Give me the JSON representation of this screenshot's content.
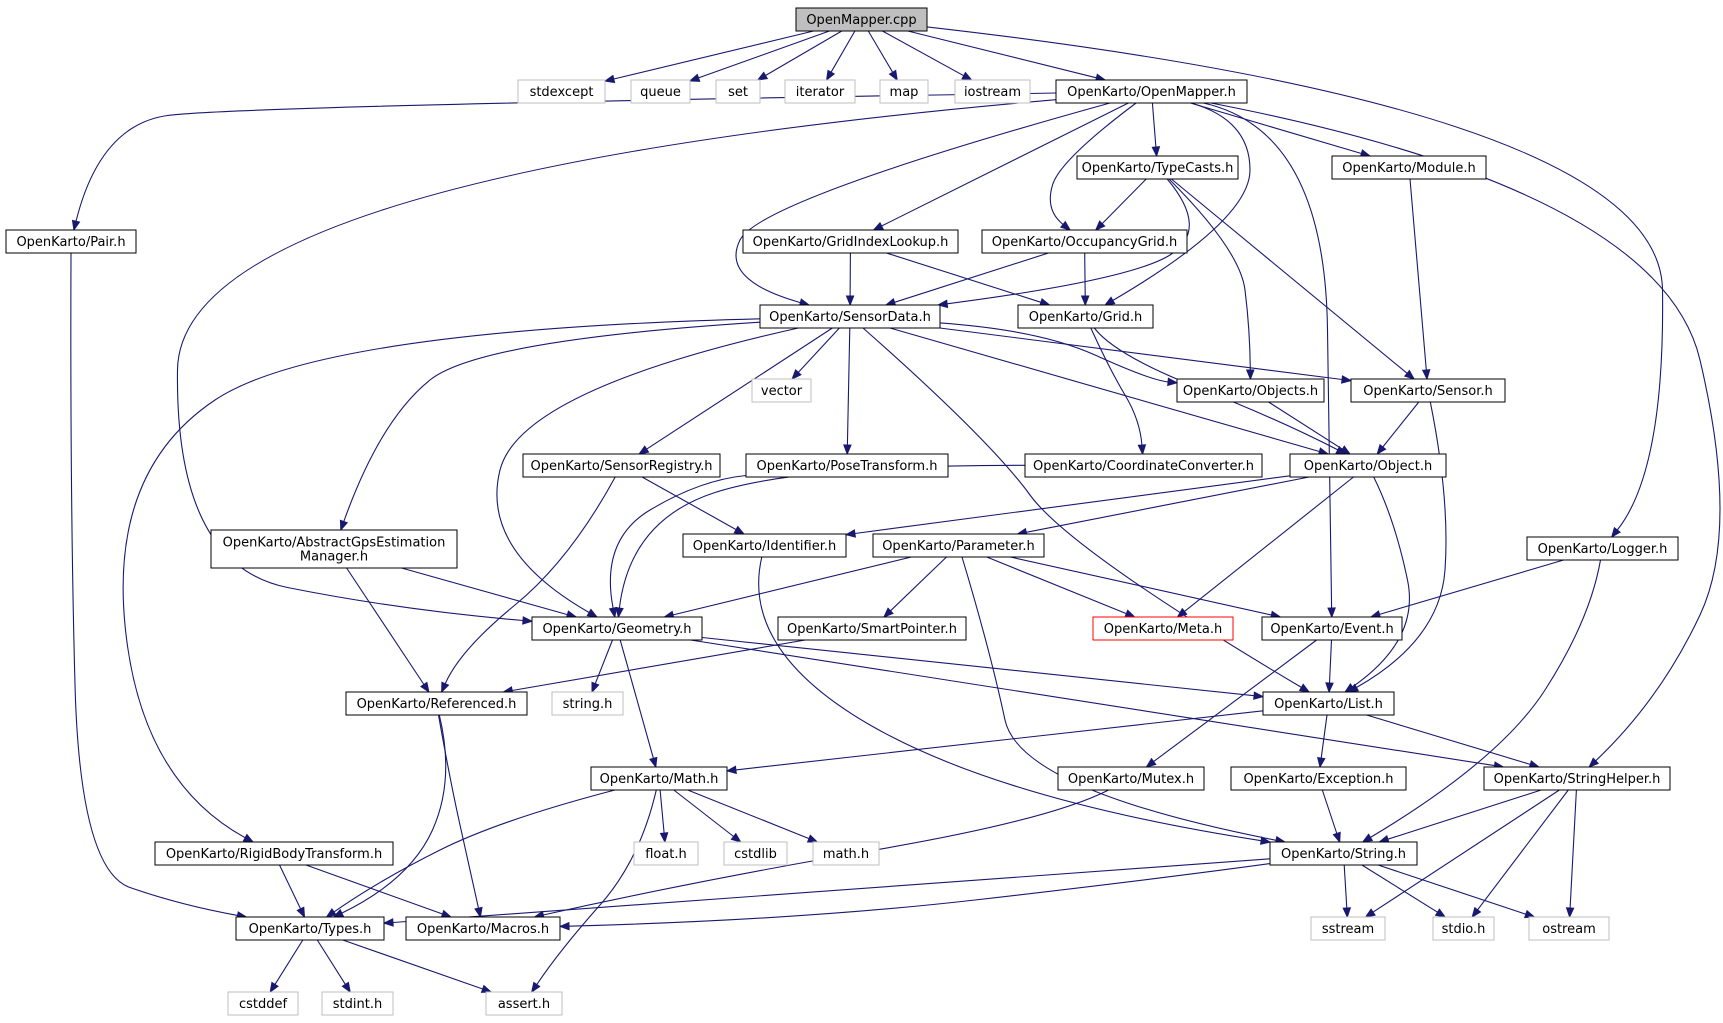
{
  "diagram": {
    "colors": {
      "edge": "#191970",
      "node_border": "#000000",
      "node_border_system": "#bfbfbf",
      "node_border_missing": "#ff0000",
      "root_fill": "#bfbfbf",
      "node_fill": "#ffffff",
      "text": "#000000"
    },
    "nodes": {
      "root": {
        "label": "OpenMapper.cpp",
        "kind": "root"
      },
      "stdexcept": {
        "label": "stdexcept",
        "kind": "system"
      },
      "queue": {
        "label": "queue",
        "kind": "system"
      },
      "set": {
        "label": "set",
        "kind": "system"
      },
      "iterator": {
        "label": "iterator",
        "kind": "system"
      },
      "map": {
        "label": "map",
        "kind": "system"
      },
      "iostream": {
        "label": "iostream",
        "kind": "system"
      },
      "openmapper": {
        "label": "OpenKarto/OpenMapper.h",
        "kind": "file"
      },
      "logger": {
        "label": "OpenKarto/Logger.h",
        "kind": "file"
      },
      "pair": {
        "label": "OpenKarto/Pair.h",
        "kind": "file"
      },
      "typecasts": {
        "label": "OpenKarto/TypeCasts.h",
        "kind": "file"
      },
      "module": {
        "label": "OpenKarto/Module.h",
        "kind": "file"
      },
      "gridindex": {
        "label": "OpenKarto/GridIndexLookup.h",
        "kind": "file"
      },
      "occupancy": {
        "label": "OpenKarto/OccupancyGrid.h",
        "kind": "file"
      },
      "sensordata": {
        "label": "OpenKarto/SensorData.h",
        "kind": "file"
      },
      "grid": {
        "label": "OpenKarto/Grid.h",
        "kind": "file"
      },
      "vector": {
        "label": "vector",
        "kind": "system"
      },
      "objects": {
        "label": "OpenKarto/Objects.h",
        "kind": "file"
      },
      "sensor": {
        "label": "OpenKarto/Sensor.h",
        "kind": "file"
      },
      "sensorreg": {
        "label": "OpenKarto/SensorRegistry.h",
        "kind": "file"
      },
      "posetrans": {
        "label": "OpenKarto/PoseTransform.h",
        "kind": "file"
      },
      "coordconv": {
        "label": "OpenKarto/CoordinateConverter.h",
        "kind": "file"
      },
      "object": {
        "label": "OpenKarto/Object.h",
        "kind": "file"
      },
      "abstractgps": {
        "label": "OpenKarto/AbstractGpsEstimation\nManager.h",
        "kind": "file"
      },
      "identifier": {
        "label": "OpenKarto/Identifier.h",
        "kind": "file"
      },
      "parameter": {
        "label": "OpenKarto/Parameter.h",
        "kind": "file"
      },
      "geometry": {
        "label": "OpenKarto/Geometry.h",
        "kind": "file"
      },
      "smartptr": {
        "label": "OpenKarto/SmartPointer.h",
        "kind": "file"
      },
      "meta": {
        "label": "OpenKarto/Meta.h",
        "kind": "missing"
      },
      "event": {
        "label": "OpenKarto/Event.h",
        "kind": "file"
      },
      "referenced": {
        "label": "OpenKarto/Referenced.h",
        "kind": "file"
      },
      "stringh": {
        "label": "string.h",
        "kind": "system"
      },
      "list": {
        "label": "OpenKarto/List.h",
        "kind": "file"
      },
      "math": {
        "label": "OpenKarto/Math.h",
        "kind": "file"
      },
      "mutex": {
        "label": "OpenKarto/Mutex.h",
        "kind": "file"
      },
      "exception": {
        "label": "OpenKarto/Exception.h",
        "kind": "file"
      },
      "stringhelper": {
        "label": "OpenKarto/StringHelper.h",
        "kind": "file"
      },
      "rigidbody": {
        "label": "OpenKarto/RigidBodyTransform.h",
        "kind": "file"
      },
      "floath": {
        "label": "float.h",
        "kind": "system"
      },
      "cstdlib": {
        "label": "cstdlib",
        "kind": "system"
      },
      "mathh": {
        "label": "math.h",
        "kind": "system"
      },
      "string": {
        "label": "OpenKarto/String.h",
        "kind": "file"
      },
      "types": {
        "label": "OpenKarto/Types.h",
        "kind": "file"
      },
      "macros": {
        "label": "OpenKarto/Macros.h",
        "kind": "file"
      },
      "sstream": {
        "label": "sstream",
        "kind": "system"
      },
      "stdioh": {
        "label": "stdio.h",
        "kind": "system"
      },
      "ostream": {
        "label": "ostream",
        "kind": "system"
      },
      "cstddef": {
        "label": "cstddef",
        "kind": "system"
      },
      "stdinth": {
        "label": "stdint.h",
        "kind": "system"
      },
      "asserth": {
        "label": "assert.h",
        "kind": "system"
      }
    },
    "edges": [
      [
        "root",
        "stdexcept"
      ],
      [
        "root",
        "queue"
      ],
      [
        "root",
        "set"
      ],
      [
        "root",
        "iterator"
      ],
      [
        "root",
        "map"
      ],
      [
        "root",
        "iostream"
      ],
      [
        "root",
        "openmapper"
      ],
      [
        "root",
        "logger"
      ],
      [
        "openmapper",
        "pair"
      ],
      [
        "openmapper",
        "geometry"
      ],
      [
        "openmapper",
        "sensordata"
      ],
      [
        "openmapper",
        "gridindex"
      ],
      [
        "openmapper",
        "occupancy"
      ],
      [
        "openmapper",
        "typecasts"
      ],
      [
        "openmapper",
        "grid"
      ],
      [
        "openmapper",
        "module"
      ],
      [
        "openmapper",
        "event"
      ],
      [
        "openmapper",
        "stringhelper"
      ],
      [
        "typecasts",
        "occupancy"
      ],
      [
        "typecasts",
        "sensordata"
      ],
      [
        "typecasts",
        "objects"
      ],
      [
        "typecasts",
        "sensor"
      ],
      [
        "module",
        "sensor"
      ],
      [
        "gridindex",
        "sensordata"
      ],
      [
        "gridindex",
        "grid"
      ],
      [
        "occupancy",
        "sensordata"
      ],
      [
        "occupancy",
        "grid"
      ],
      [
        "grid",
        "coordconv"
      ],
      [
        "grid",
        "object"
      ],
      [
        "sensordata",
        "vector"
      ],
      [
        "sensordata",
        "objects"
      ],
      [
        "sensordata",
        "sensor"
      ],
      [
        "sensordata",
        "object"
      ],
      [
        "sensordata",
        "sensorreg"
      ],
      [
        "sensordata",
        "posetrans"
      ],
      [
        "sensordata",
        "abstractgps"
      ],
      [
        "sensordata",
        "rigidbody"
      ],
      [
        "sensordata",
        "geometry"
      ],
      [
        "sensordata",
        "list"
      ],
      [
        "objects",
        "object"
      ],
      [
        "sensor",
        "object"
      ],
      [
        "sensor",
        "list"
      ],
      [
        "object",
        "identifier"
      ],
      [
        "object",
        "parameter"
      ],
      [
        "object",
        "meta"
      ],
      [
        "object",
        "list"
      ],
      [
        "coordconv",
        "geometry"
      ],
      [
        "posetrans",
        "geometry"
      ],
      [
        "sensorreg",
        "identifier"
      ],
      [
        "sensorreg",
        "referenced"
      ],
      [
        "abstractgps",
        "geometry"
      ],
      [
        "abstractgps",
        "referenced"
      ],
      [
        "identifier",
        "string"
      ],
      [
        "parameter",
        "geometry"
      ],
      [
        "parameter",
        "smartptr"
      ],
      [
        "parameter",
        "meta"
      ],
      [
        "parameter",
        "event"
      ],
      [
        "parameter",
        "string"
      ],
      [
        "smartptr",
        "referenced"
      ],
      [
        "logger",
        "event"
      ],
      [
        "logger",
        "string"
      ],
      [
        "event",
        "list"
      ],
      [
        "event",
        "mutex"
      ],
      [
        "geometry",
        "stringh"
      ],
      [
        "geometry",
        "math"
      ],
      [
        "geometry",
        "list"
      ],
      [
        "geometry",
        "stringhelper"
      ],
      [
        "list",
        "math"
      ],
      [
        "list",
        "exception"
      ],
      [
        "list",
        "stringhelper"
      ],
      [
        "referenced",
        "types"
      ],
      [
        "referenced",
        "macros"
      ],
      [
        "math",
        "floath"
      ],
      [
        "math",
        "cstdlib"
      ],
      [
        "math",
        "mathh"
      ],
      [
        "math",
        "types"
      ],
      [
        "math",
        "asserth"
      ],
      [
        "mutex",
        "macros"
      ],
      [
        "exception",
        "string"
      ],
      [
        "stringhelper",
        "string"
      ],
      [
        "stringhelper",
        "sstream"
      ],
      [
        "stringhelper",
        "stdioh"
      ],
      [
        "stringhelper",
        "ostream"
      ],
      [
        "rigidbody",
        "types"
      ],
      [
        "rigidbody",
        "macros"
      ],
      [
        "string",
        "types"
      ],
      [
        "string",
        "macros"
      ],
      [
        "string",
        "sstream"
      ],
      [
        "string",
        "stdioh"
      ],
      [
        "string",
        "ostream"
      ],
      [
        "types",
        "cstddef"
      ],
      [
        "types",
        "stdinth"
      ],
      [
        "types",
        "asserth"
      ],
      [
        "pair",
        "types"
      ]
    ]
  }
}
